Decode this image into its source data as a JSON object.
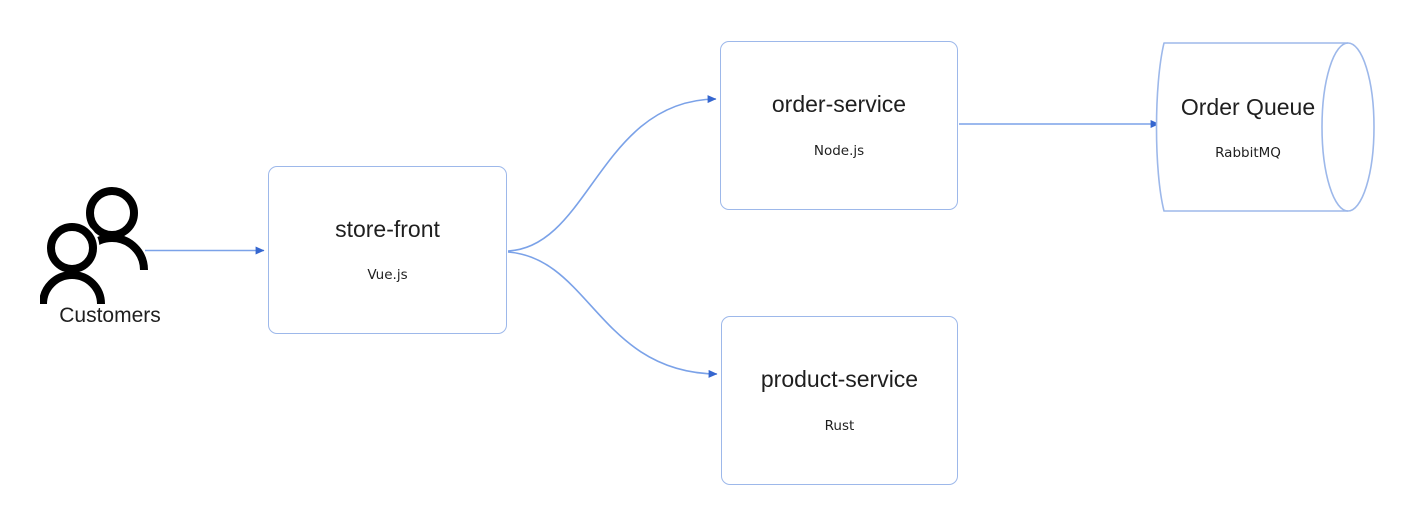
{
  "diagram": {
    "background_color": "#ffffff",
    "edge_color": "#7ba2e8",
    "arrowhead_color": "#3566cf",
    "node_border_color": "#9db8ea",
    "node_fill_color": "#ffffff",
    "text_color": "#1f1f1f",
    "actor": {
      "icon": "customers-people-icon",
      "label": "Customers"
    },
    "nodes": [
      {
        "id": "store-front",
        "shape": "rounded-rect",
        "title": "store-front",
        "subtitle": "Vue.js"
      },
      {
        "id": "order-service",
        "shape": "rounded-rect",
        "title": "order-service",
        "subtitle": "Node.js"
      },
      {
        "id": "product-service",
        "shape": "rounded-rect",
        "title": "product-service",
        "subtitle": "Rust"
      },
      {
        "id": "order-queue",
        "shape": "cylinder",
        "title": "Order Queue",
        "subtitle": "RabbitMQ"
      }
    ],
    "edges": [
      {
        "id": "customers-to-store-front",
        "from": "Customers",
        "to": "store-front",
        "style": "straight-arrow"
      },
      {
        "id": "store-front-to-order-service",
        "from": "store-front",
        "to": "order-service",
        "style": "curved-arrow"
      },
      {
        "id": "store-front-to-product-service",
        "from": "store-front",
        "to": "product-service",
        "style": "curved-arrow"
      },
      {
        "id": "order-service-to-order-queue",
        "from": "order-service",
        "to": "Order Queue",
        "style": "straight-arrow"
      }
    ]
  }
}
